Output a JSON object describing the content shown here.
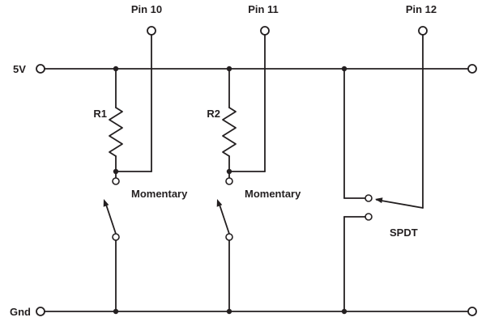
{
  "colors": {
    "wire": "#231f20",
    "background": "#ffffff"
  },
  "labels": {
    "pin10": "Pin 10",
    "pin11": "Pin 11",
    "pin12": "Pin 12",
    "power_rail": "5V",
    "ground_rail": "Gnd",
    "resistor1": "R1",
    "resistor2": "R2",
    "switch1_type": "Momentary",
    "switch2_type": "Momentary",
    "switch3_type": "SPDT"
  },
  "components": [
    {
      "id": "R1",
      "type": "resistor",
      "connection": "5V rail to Pin 10 node, pull-up for momentary switch 1"
    },
    {
      "id": "R2",
      "type": "resistor",
      "connection": "5V rail to Pin 11 node, pull-up for momentary switch 2"
    },
    {
      "id": "SW1",
      "type": "momentary switch",
      "connection": "Pin 10 node to Gnd rail"
    },
    {
      "id": "SW2",
      "type": "momentary switch",
      "connection": "Pin 11 node to Gnd rail"
    },
    {
      "id": "SW3",
      "type": "SPDT switch",
      "connection": "Pin 12 common, throws to 5V rail and Gnd rail"
    }
  ]
}
